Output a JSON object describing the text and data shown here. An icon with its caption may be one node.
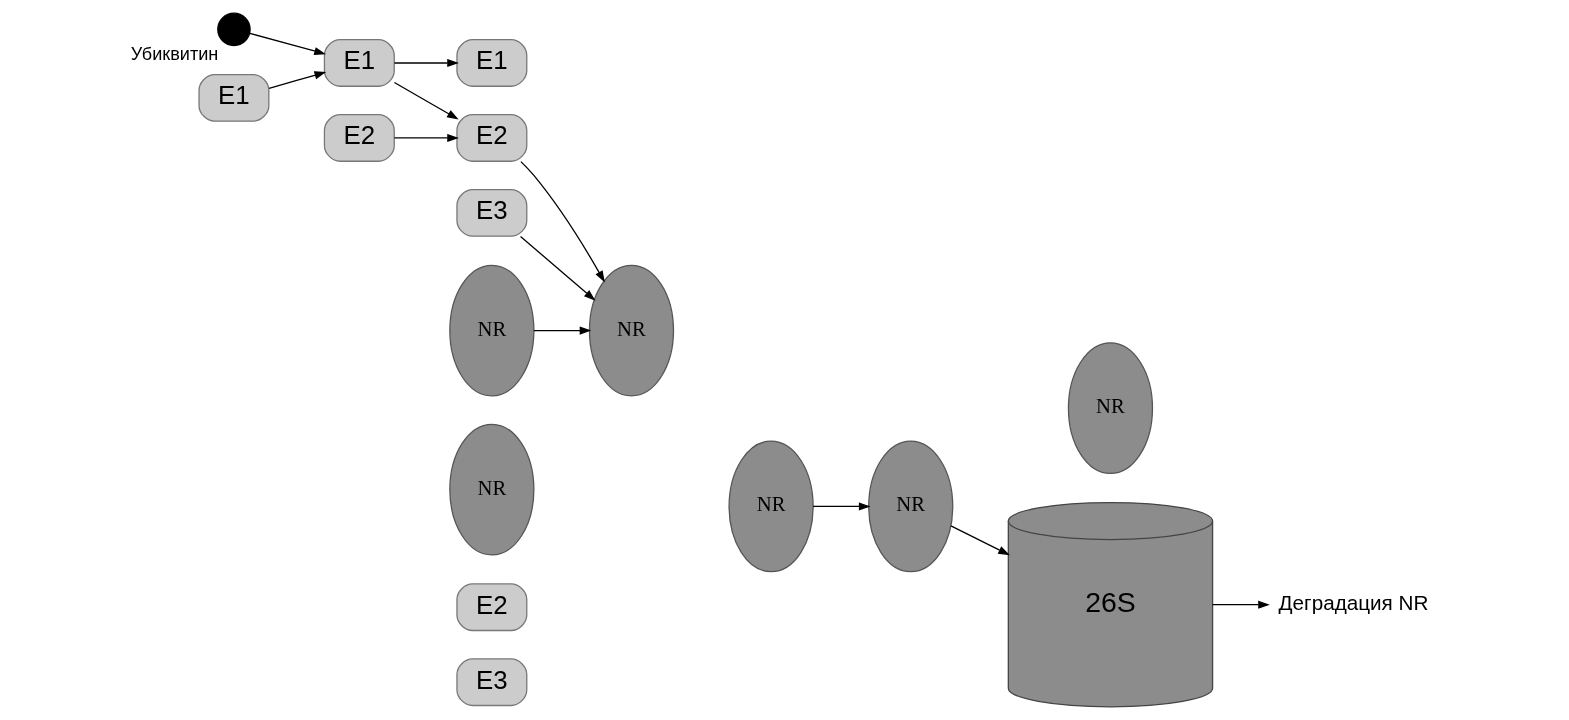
{
  "diagram": {
    "nodes": [
      {
        "text": [],
        "shape": "circle",
        "beside": [
          "Убиквитин"
        ]
      },
      {
        "text": [
          "E1"
        ]
      },
      {
        "text": [
          "E1"
        ]
      },
      {
        "text": [
          "E2"
        ]
      },
      {
        "text": [
          "E1"
        ]
      },
      {
        "text": [
          "E2"
        ]
      },
      {
        "text": [
          "E3"
        ]
      },
      {
        "text": [
          "NR"
        ]
      },
      {
        "text": [
          "NR"
        ]
      },
      {
        "text": [
          "E2"
        ]
      },
      {
        "text": [
          "E3"
        ]
      },
      {
        "text": [
          "NR"
        ]
      },
      {
        "text": [
          "NR"
        ]
      },
      {
        "text": [
          "NR"
        ]
      },
      {
        "text": [
          "NR"
        ]
      },
      {
        "text": [
          "26S"
        ]
      },
      {
        "text": [
          "Деградация NR"
        ]
      }
    ],
    "edges": [
      {
        "from": 0,
        "to": 2,
        "arrow": "to"
      },
      {
        "from": 1,
        "to": 2,
        "arrow": "to"
      },
      {
        "from": 2,
        "to": 5,
        "arrow": "to"
      },
      {
        "from": 2,
        "to": 4,
        "arrow": "to"
      },
      {
        "from": 3,
        "to": 5,
        "arrow": "to"
      },
      {
        "from": 6,
        "to": 11,
        "arrow": "to"
      },
      {
        "from": 5,
        "to": 11,
        "arrow": "to"
      },
      {
        "from": 7,
        "to": 11,
        "arrow": "to"
      },
      {
        "from": 12,
        "to": 13,
        "arrow": "to"
      },
      {
        "from": 13,
        "to": 15,
        "arrow": "to"
      },
      {
        "from": 15,
        "to": 16,
        "arrow": "to"
      }
    ]
  }
}
